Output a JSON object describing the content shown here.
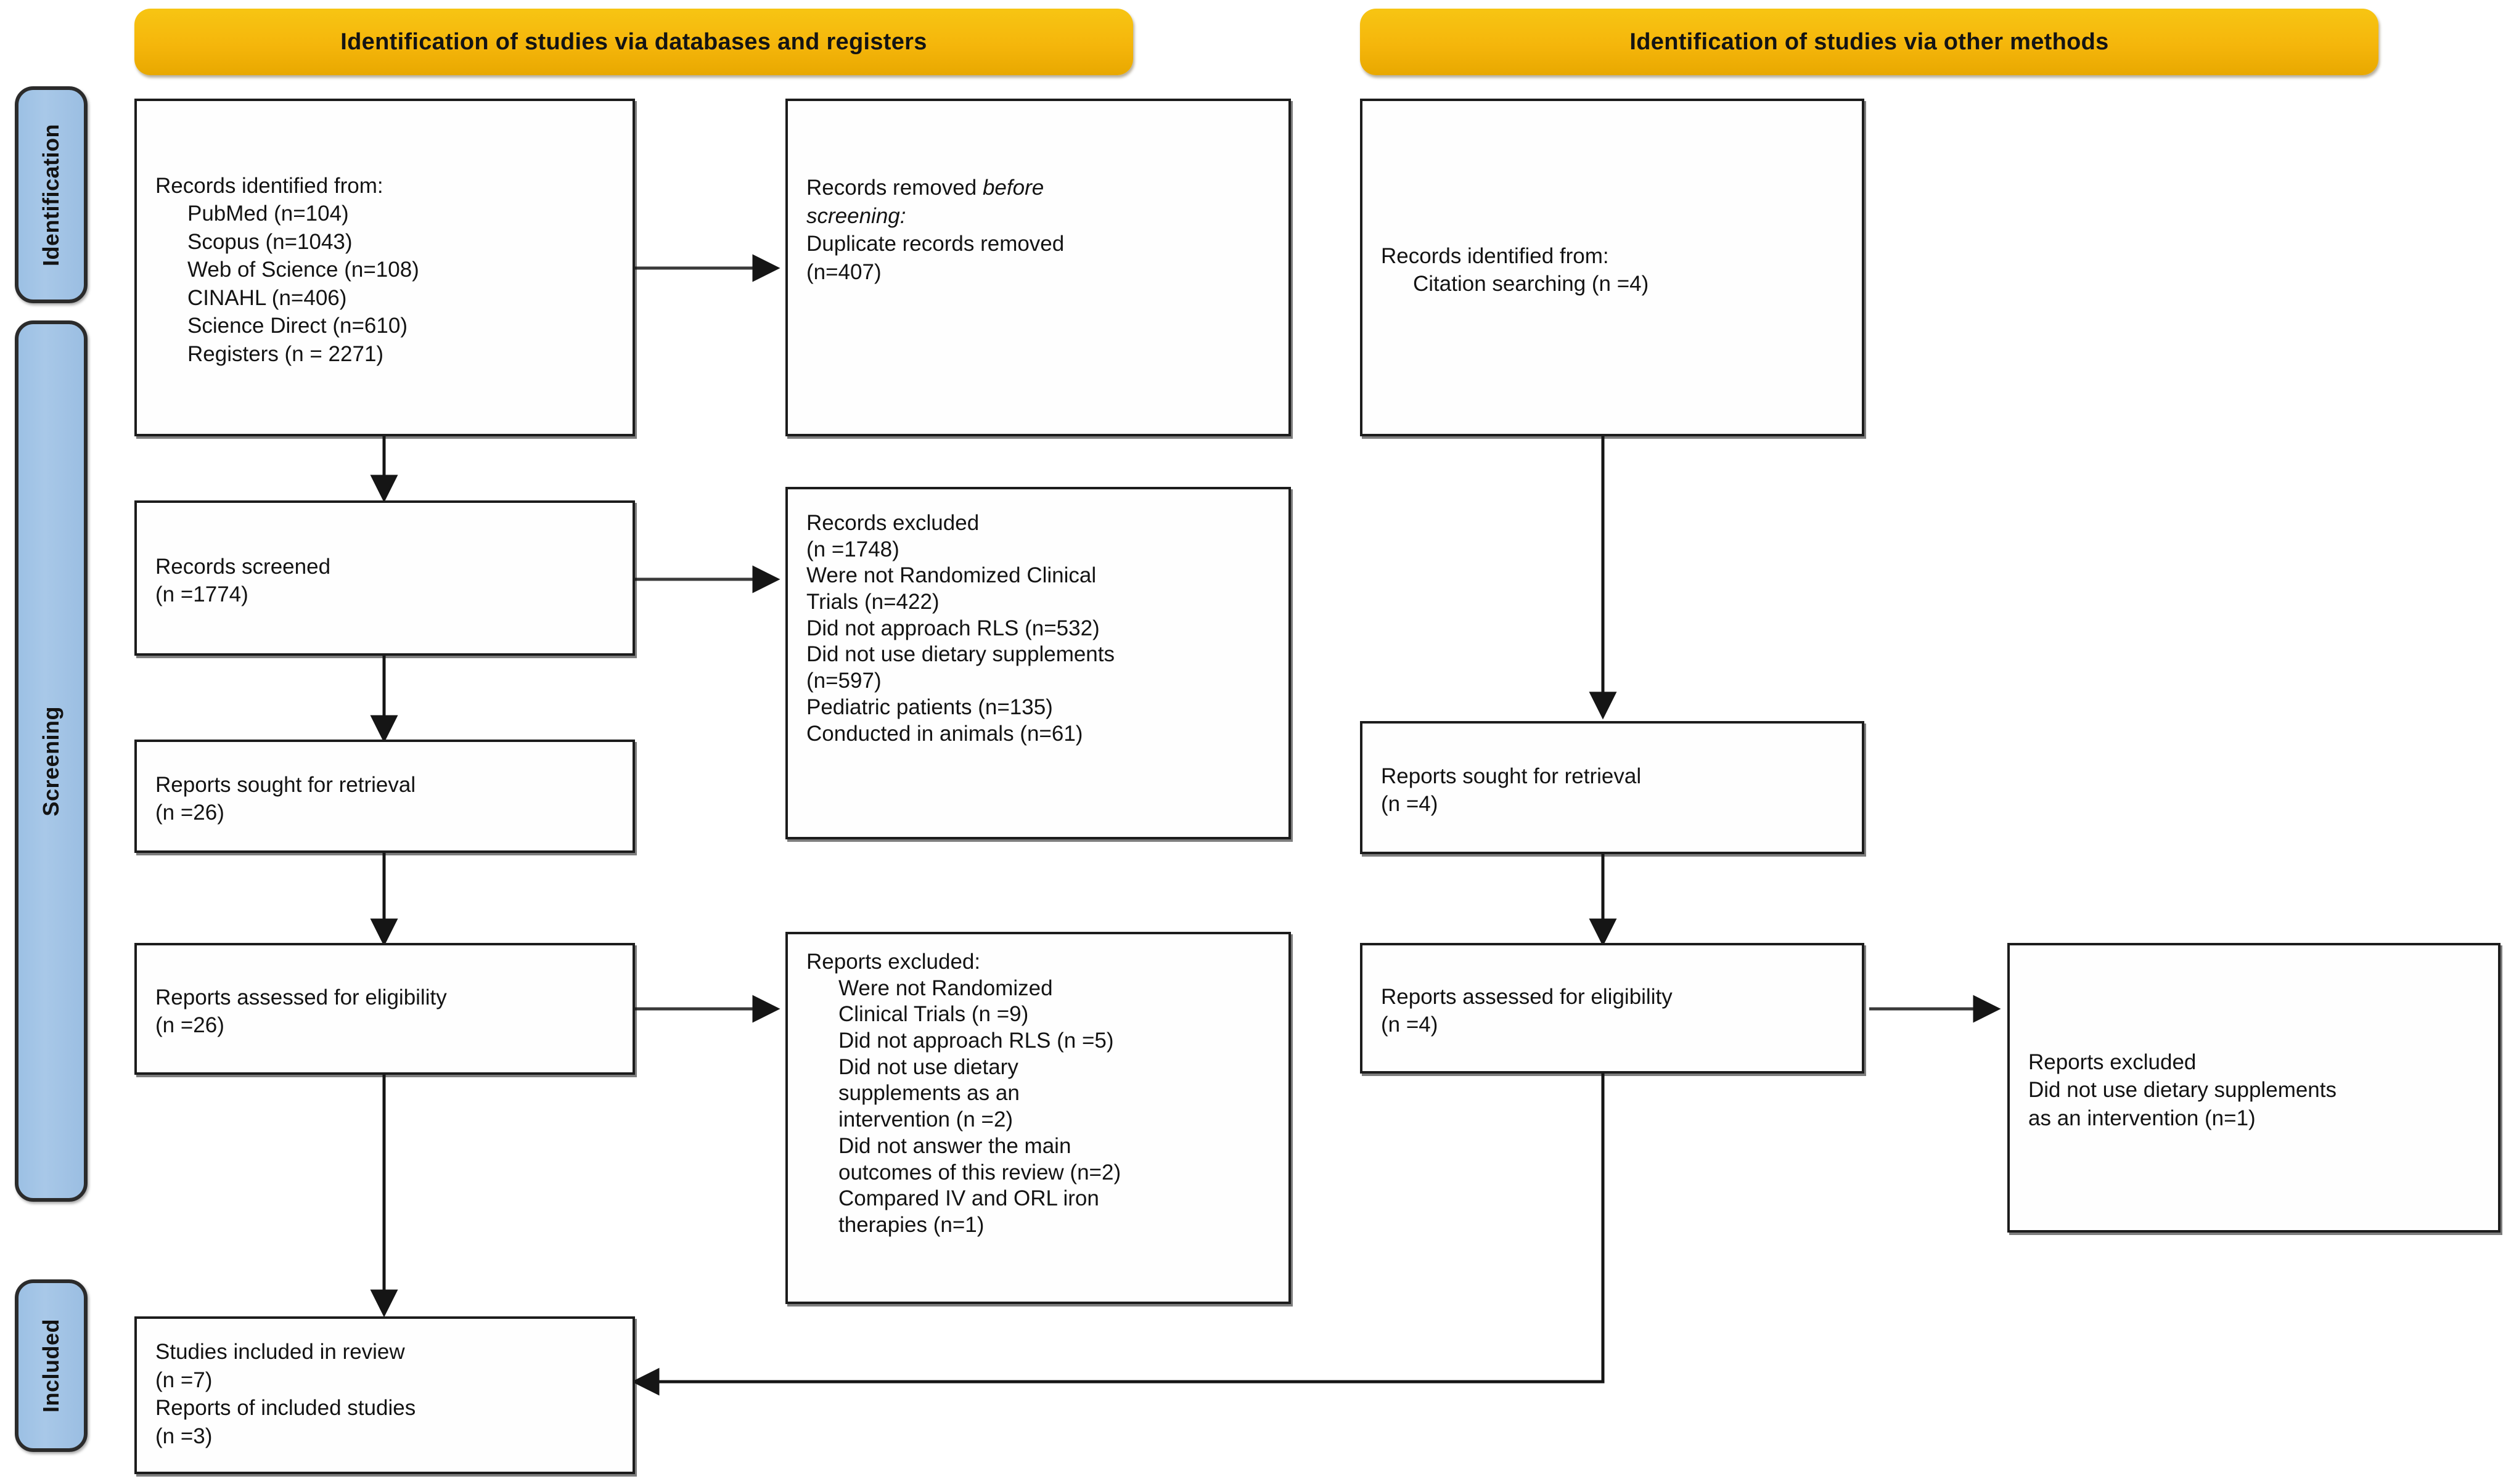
{
  "diagram": {
    "title": "PRISMA 2020 flow diagram",
    "accent_header_color": "#F5B60B",
    "accent_stage_color": "#A8C8E8",
    "box_border_color": "#1C1C1C",
    "background_color": "#FFFFFF"
  },
  "headers": [
    {
      "id": "header-databases",
      "label": "Identification of studies via databases and registers"
    },
    {
      "id": "header-other",
      "label": "Identification of studies via other methods"
    }
  ],
  "stages": [
    {
      "id": "stage-identification",
      "label": "Identification"
    },
    {
      "id": "stage-screening",
      "label": "Screening"
    },
    {
      "id": "stage-included",
      "label": "Included"
    }
  ],
  "nodes": {
    "records_identified": {
      "name": "records-identified-from",
      "lines": [
        {
          "text": "Records identified from:",
          "indent": false,
          "italic": false
        },
        {
          "text": "PubMed (n=104)",
          "indent": true,
          "italic": false
        },
        {
          "text": "Scopus (n=1043)",
          "indent": true,
          "italic": false
        },
        {
          "text": "Web of Science (n=108)",
          "indent": true,
          "italic": false
        },
        {
          "text": "CINAHL (n=406)",
          "indent": true,
          "italic": false
        },
        {
          "text": "Science Direct (n=610)",
          "indent": true,
          "italic": false
        },
        {
          "text": "Registers (n = 2271)",
          "indent": true,
          "italic": false
        }
      ]
    },
    "records_removed": {
      "name": "records-removed-before-screening",
      "lines": [
        {
          "text": "Records removed ",
          "indent": false,
          "italic": false,
          "trailing_italic": "before"
        },
        {
          "text": "screening:",
          "indent": false,
          "italic": true
        },
        {
          "text": "Duplicate records removed",
          "indent": false,
          "italic": false
        },
        {
          "text": "(n=407)",
          "indent": false,
          "italic": false
        }
      ]
    },
    "records_screened": {
      "name": "records-screened",
      "lines": [
        {
          "text": "Records screened",
          "indent": false,
          "italic": false
        },
        {
          "text": "(n =1774)",
          "indent": false,
          "italic": false
        }
      ]
    },
    "records_excluded": {
      "name": "records-excluded",
      "lines": [
        {
          "text": "Records excluded",
          "indent": false,
          "italic": false
        },
        {
          "text": "(n =1748)",
          "indent": false,
          "italic": false
        },
        {
          "text": "Were not Randomized Clinical",
          "indent": false,
          "italic": false
        },
        {
          "text": "Trials (n=422)",
          "indent": false,
          "italic": false
        },
        {
          "text": "Did not approach RLS (n=532)",
          "indent": false,
          "italic": false
        },
        {
          "text": "Did not use dietary supplements",
          "indent": false,
          "italic": false
        },
        {
          "text": "(n=597)",
          "indent": false,
          "italic": false
        },
        {
          "text": "Pediatric patients (n=135)",
          "indent": false,
          "italic": false
        },
        {
          "text": "Conducted in animals (n=61)",
          "indent": false,
          "italic": false
        }
      ]
    },
    "reports_sought_left": {
      "name": "reports-sought-for-retrieval-databases",
      "lines": [
        {
          "text": "Reports sought for retrieval",
          "indent": false,
          "italic": false
        },
        {
          "text": "(n =26)",
          "indent": false,
          "italic": false
        }
      ]
    },
    "reports_assessed_left": {
      "name": "reports-assessed-for-eligibility-databases",
      "lines": [
        {
          "text": "Reports assessed for eligibility",
          "indent": false,
          "italic": false
        },
        {
          "text": "(n =26)",
          "indent": false,
          "italic": false
        }
      ]
    },
    "reports_excluded_left": {
      "name": "reports-excluded-databases",
      "lines": [
        {
          "text": "Reports excluded:",
          "indent": false,
          "italic": false
        },
        {
          "text": "Were not Randomized",
          "indent": true,
          "italic": false
        },
        {
          "text": "Clinical Trials (n =9)",
          "indent": true,
          "italic": false
        },
        {
          "text": "Did not approach RLS (n =5)",
          "indent": true,
          "italic": false
        },
        {
          "text": "Did not use dietary",
          "indent": true,
          "italic": false
        },
        {
          "text": "supplements as an",
          "indent": true,
          "italic": false
        },
        {
          "text": "intervention (n =2)",
          "indent": true,
          "italic": false
        },
        {
          "text": "Did not answer the main",
          "indent": true,
          "italic": false
        },
        {
          "text": "outcomes of this review (n=2)",
          "indent": true,
          "italic": false
        },
        {
          "text": "Compared IV and ORL iron",
          "indent": true,
          "italic": false
        },
        {
          "text": "therapies (n=1)",
          "indent": true,
          "italic": false
        }
      ]
    },
    "studies_included": {
      "name": "studies-included-in-review",
      "lines": [
        {
          "text": "Studies included in review",
          "indent": false,
          "italic": false
        },
        {
          "text": "(n =7)",
          "indent": false,
          "italic": false
        },
        {
          "text": "Reports of included studies",
          "indent": false,
          "italic": false
        },
        {
          "text": "(n =3)",
          "indent": false,
          "italic": false
        }
      ]
    },
    "records_identified_other": {
      "name": "records-identified-other-methods",
      "lines": [
        {
          "text": "Records identified from:",
          "indent": false,
          "italic": false
        },
        {
          "text": "Citation searching (n =4)",
          "indent": true,
          "italic": false
        }
      ]
    },
    "reports_sought_right": {
      "name": "reports-sought-for-retrieval-other",
      "lines": [
        {
          "text": "Reports sought for retrieval",
          "indent": false,
          "italic": false
        },
        {
          "text": "(n =4)",
          "indent": false,
          "italic": false
        }
      ]
    },
    "reports_assessed_right": {
      "name": "reports-assessed-for-eligibility-other",
      "lines": [
        {
          "text": "Reports assessed for eligibility",
          "indent": false,
          "italic": false
        },
        {
          "text": "(n =4)",
          "indent": false,
          "italic": false
        }
      ]
    },
    "reports_excluded_right": {
      "name": "reports-excluded-other",
      "lines": [
        {
          "text": "Reports excluded",
          "indent": false,
          "italic": false
        },
        {
          "text": "Did not use dietary supplements",
          "indent": false,
          "italic": false
        },
        {
          "text": "as an intervention (n=1)",
          "indent": false,
          "italic": false
        }
      ]
    }
  }
}
